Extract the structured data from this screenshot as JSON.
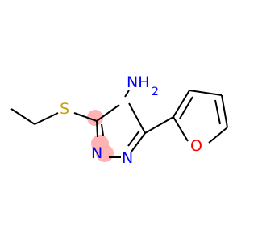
{
  "molecule": {
    "atoms": {
      "sulfur": "S",
      "amine": "NH",
      "amine_sub": "2",
      "n2": "N",
      "n3": "N",
      "oxygen": "O"
    },
    "colors": {
      "bond": "#000000",
      "sulfur": "#c8a000",
      "nitrogen": "#0000ff",
      "oxygen": "#ff0000",
      "highlight": "#ffb3b3"
    }
  }
}
